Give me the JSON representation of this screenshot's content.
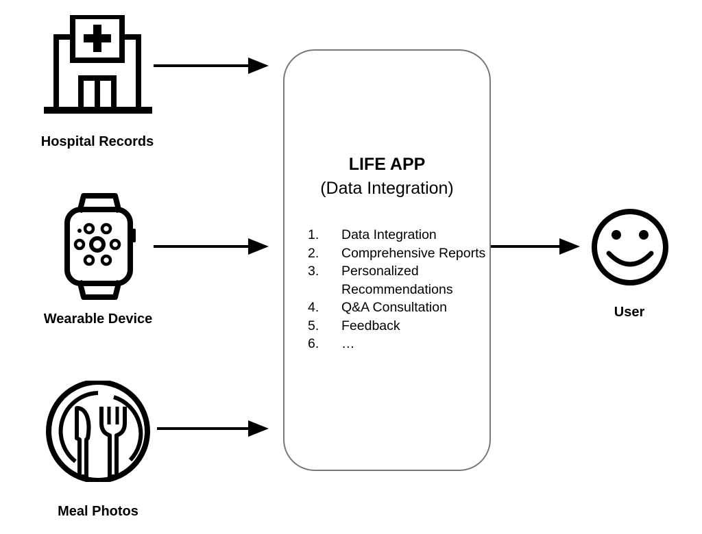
{
  "sources": [
    {
      "label": "Hospital Records",
      "icon": "hospital-icon"
    },
    {
      "label": "Wearable Device",
      "icon": "smartwatch-icon"
    },
    {
      "label": "Meal Photos",
      "icon": "plate-fork-knife-icon"
    }
  ],
  "app": {
    "title": "LIFE APP",
    "subtitle": "(Data Integration)",
    "features": [
      {
        "num": "1.",
        "text": "Data Integration"
      },
      {
        "num": "2.",
        "text": "Comprehensive Reports"
      },
      {
        "num": "3.",
        "text": "Personalized Recommendations"
      },
      {
        "num": "4.",
        "text": "Q&A Consultation"
      },
      {
        "num": "5.",
        "text": "Feedback"
      },
      {
        "num": "6.",
        "text": "…"
      }
    ]
  },
  "user": {
    "label": "User",
    "icon": "smiley-face-icon"
  }
}
